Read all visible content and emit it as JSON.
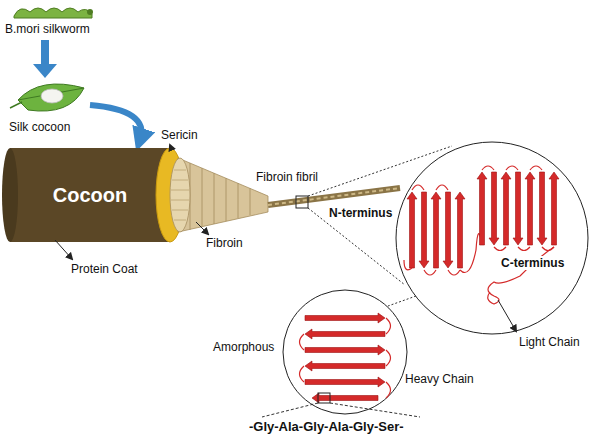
{
  "diagram": {
    "nodes": [
      {
        "text": [
          "Cocoon"
        ]
      }
    ],
    "labels": [
      "B.mori silkworm",
      "Silk cocoon",
      "Sericin",
      "Protein Coat",
      "Fibroin",
      "Fibroin fibril",
      "N-terminus",
      "C-terminus",
      "Light Chain",
      "Amorphous",
      "Heavy Chain",
      "-Gly-Ala-Gly-Ala-Gly-Ser-"
    ]
  }
}
